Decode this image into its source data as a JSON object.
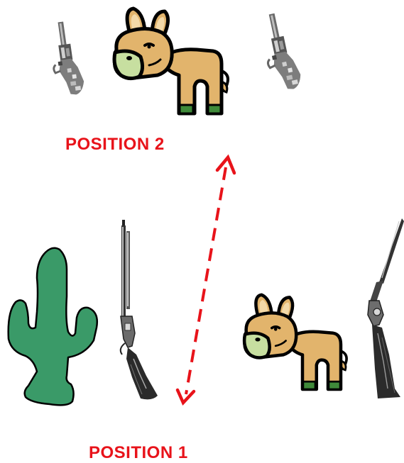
{
  "labels": {
    "position_2": "POSITION 2",
    "position_1": "POSITION 1"
  },
  "colors": {
    "label": "#e8131a",
    "arrow": "#e8131a",
    "cactus": "#3a9a68",
    "donkey_body": "#e2b46c",
    "donkey_muzzle": "#c7dfa0",
    "donkey_hoof": "#3f8a3a",
    "outline": "#000000"
  },
  "icons": {
    "position_2": [
      "revolver-icon",
      "donkey-icon",
      "revolver-icon"
    ],
    "position_1": [
      "cactus-icon",
      "rifle-icon",
      "donkey-icon",
      "shotgun-icon"
    ],
    "connector": "double-headed-dashed-arrow"
  }
}
